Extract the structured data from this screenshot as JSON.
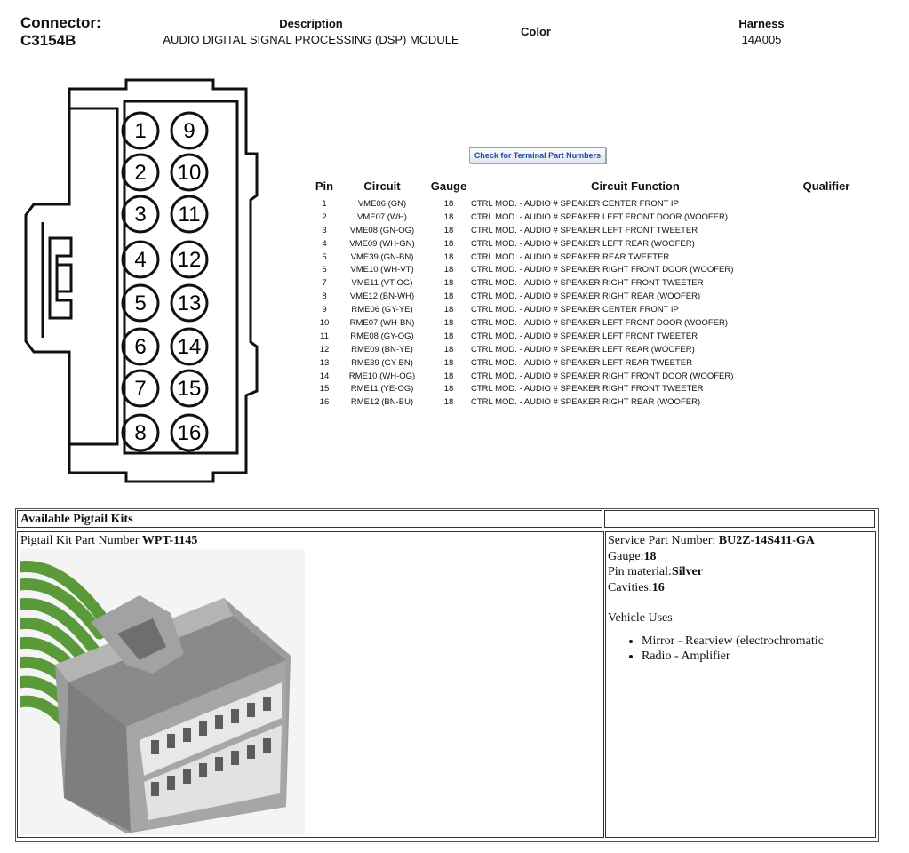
{
  "header": {
    "connector_label": "Connector:",
    "connector_id": "C3154B",
    "description_label": "Description",
    "description_value": "AUDIO DIGITAL SIGNAL PROCESSING (DSP) MODULE",
    "color_label": "Color",
    "harness_label": "Harness",
    "harness_value": "14A005"
  },
  "check_button": "Check for Terminal Part Numbers",
  "connector_diagram": {
    "pins_left": [
      "1",
      "2",
      "3",
      "4",
      "5",
      "6",
      "7",
      "8"
    ],
    "pins_right": [
      "9",
      "10",
      "11",
      "12",
      "13",
      "14",
      "15",
      "16"
    ]
  },
  "pin_table": {
    "headers": {
      "pin": "Pin",
      "circuit": "Circuit",
      "gauge": "Gauge",
      "function": "Circuit Function",
      "qualifier": "Qualifier"
    },
    "rows": [
      {
        "pin": "1",
        "circuit": "VME06 (GN)",
        "gauge": "18",
        "function": "CTRL MOD. - AUDIO # SPEAKER CENTER FRONT IP",
        "qualifier": ""
      },
      {
        "pin": "2",
        "circuit": "VME07 (WH)",
        "gauge": "18",
        "function": "CTRL MOD. - AUDIO # SPEAKER LEFT FRONT DOOR (WOOFER)",
        "qualifier": ""
      },
      {
        "pin": "3",
        "circuit": "VME08 (GN-OG)",
        "gauge": "18",
        "function": "CTRL MOD. - AUDIO # SPEAKER LEFT FRONT TWEETER",
        "qualifier": ""
      },
      {
        "pin": "4",
        "circuit": "VME09 (WH-GN)",
        "gauge": "18",
        "function": "CTRL MOD. - AUDIO # SPEAKER LEFT REAR (WOOFER)",
        "qualifier": ""
      },
      {
        "pin": "5",
        "circuit": "VME39 (GN-BN)",
        "gauge": "18",
        "function": "CTRL MOD. - AUDIO # SPEAKER REAR TWEETER",
        "qualifier": ""
      },
      {
        "pin": "6",
        "circuit": "VME10 (WH-VT)",
        "gauge": "18",
        "function": "CTRL MOD. - AUDIO # SPEAKER RIGHT FRONT DOOR (WOOFER)",
        "qualifier": ""
      },
      {
        "pin": "7",
        "circuit": "VME11 (VT-OG)",
        "gauge": "18",
        "function": "CTRL MOD. - AUDIO # SPEAKER RIGHT FRONT TWEETER",
        "qualifier": ""
      },
      {
        "pin": "8",
        "circuit": "VME12 (BN-WH)",
        "gauge": "18",
        "function": "CTRL MOD. - AUDIO # SPEAKER RIGHT REAR (WOOFER)",
        "qualifier": ""
      },
      {
        "pin": "9",
        "circuit": "RME06 (GY-YE)",
        "gauge": "18",
        "function": "CTRL MOD. - AUDIO # SPEAKER CENTER FRONT IP",
        "qualifier": ""
      },
      {
        "pin": "10",
        "circuit": "RME07 (WH-BN)",
        "gauge": "18",
        "function": "CTRL MOD. - AUDIO # SPEAKER LEFT FRONT DOOR (WOOFER)",
        "qualifier": ""
      },
      {
        "pin": "11",
        "circuit": "RME08 (GY-OG)",
        "gauge": "18",
        "function": "CTRL MOD. - AUDIO # SPEAKER LEFT FRONT TWEETER",
        "qualifier": ""
      },
      {
        "pin": "12",
        "circuit": "RME09 (BN-YE)",
        "gauge": "18",
        "function": "CTRL MOD. - AUDIO # SPEAKER LEFT REAR (WOOFER)",
        "qualifier": ""
      },
      {
        "pin": "13",
        "circuit": "RME39 (GY-BN)",
        "gauge": "18",
        "function": "CTRL MOD. - AUDIO # SPEAKER LEFT REAR TWEETER",
        "qualifier": ""
      },
      {
        "pin": "14",
        "circuit": "RME10 (WH-OG)",
        "gauge": "18",
        "function": "CTRL MOD. - AUDIO # SPEAKER RIGHT FRONT DOOR (WOOFER)",
        "qualifier": ""
      },
      {
        "pin": "15",
        "circuit": "RME11 (YE-OG)",
        "gauge": "18",
        "function": "CTRL MOD. - AUDIO # SPEAKER RIGHT FRONT TWEETER",
        "qualifier": ""
      },
      {
        "pin": "16",
        "circuit": "RME12 (BN-BU)",
        "gauge": "18",
        "function": "CTRL MOD. - AUDIO # SPEAKER RIGHT REAR (WOOFER)",
        "qualifier": ""
      }
    ]
  },
  "pigtail": {
    "title": "Available Pigtail Kits",
    "kit_label": "Pigtail Kit Part Number ",
    "kit_number": "WPT-1145",
    "service_label": "Service Part Number: ",
    "service_number": "BU2Z-14S411-GA",
    "gauge_label": "Gauge:",
    "gauge_value": "18",
    "pin_material_label": "Pin material:",
    "pin_material_value": "Silver",
    "cavities_label": "Cavities:",
    "cavities_value": "16",
    "vehicle_uses_label": "Vehicle Uses",
    "vehicle_uses": [
      "Mirror - Rearview (electrochromatic",
      "Radio - Amplifier"
    ],
    "colors": {
      "wire": "#5a9a3a",
      "housing": "#9a9a9a"
    }
  }
}
